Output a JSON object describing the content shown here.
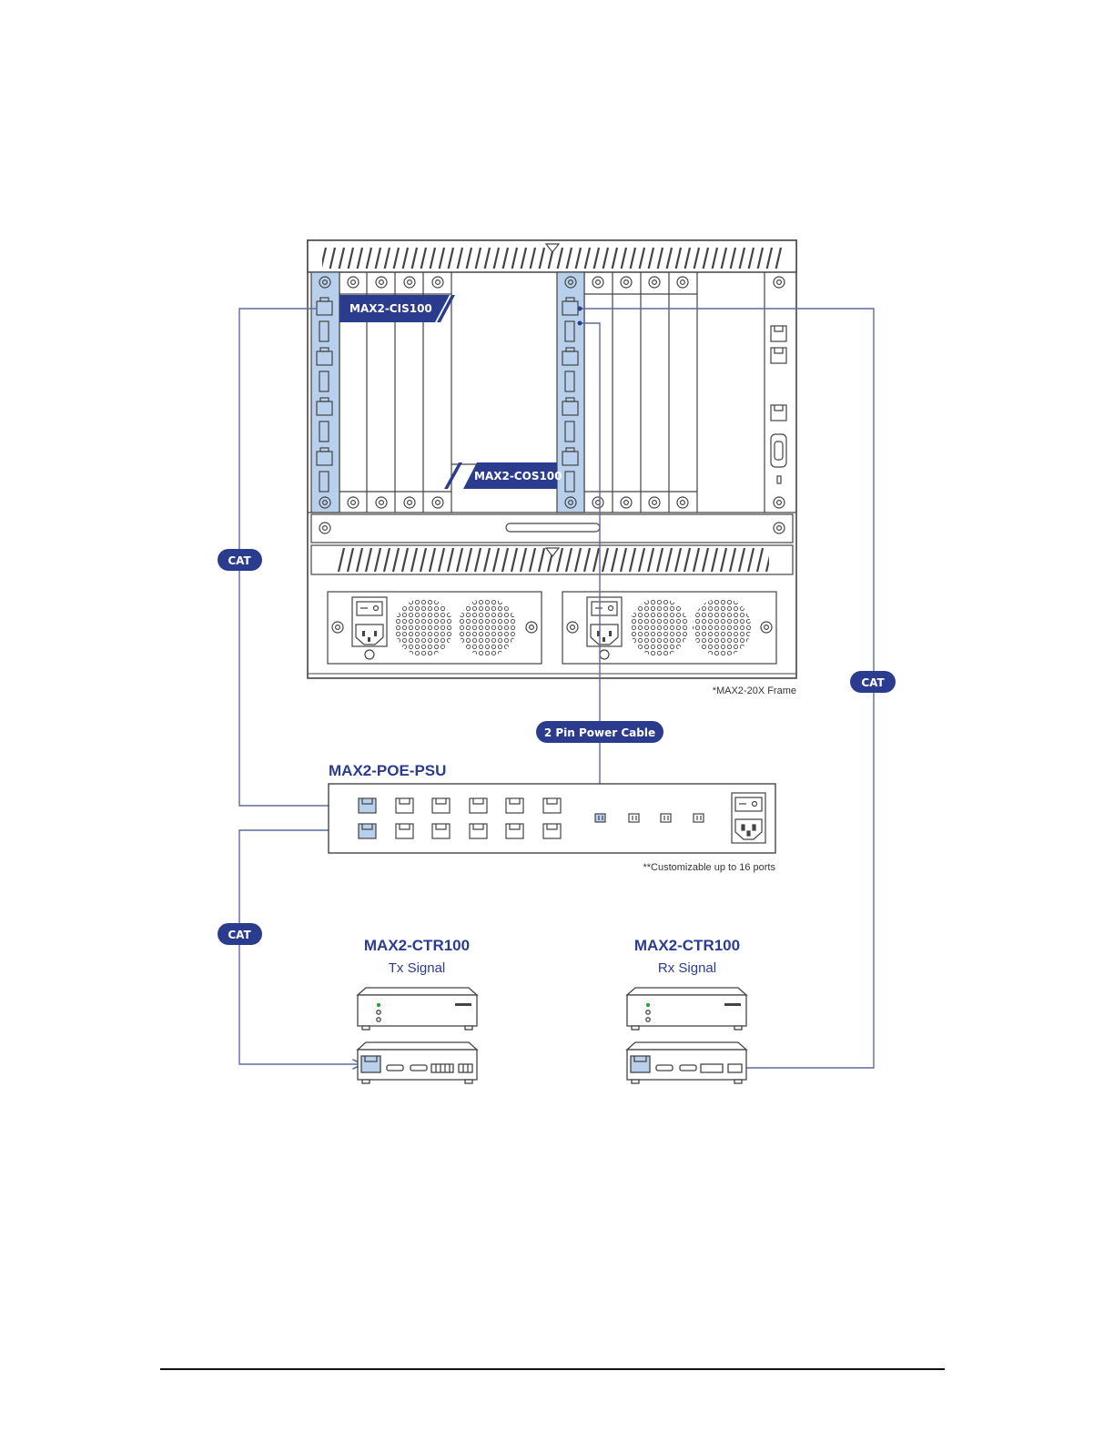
{
  "frame": {
    "card_in_label": "MAX2-CIS100",
    "card_out_label": "MAX2-COS100",
    "note": "*MAX2-20X Frame"
  },
  "connections": {
    "cat_label": "CAT",
    "power_label": "2 Pin Power Cable"
  },
  "psu": {
    "title": "MAX2-POE-PSU",
    "note": "**Customizable up to 16 ports"
  },
  "endpoints": {
    "tx": {
      "title": "MAX2-CTR100",
      "subtitle": "Tx Signal"
    },
    "rx": {
      "title": "MAX2-CTR100",
      "subtitle": "Rx Signal"
    }
  },
  "colors": {
    "accent": "#2b3c8f",
    "highlight": "#b8d0ec",
    "line": "#555555",
    "connector": "#5b6b9c"
  }
}
